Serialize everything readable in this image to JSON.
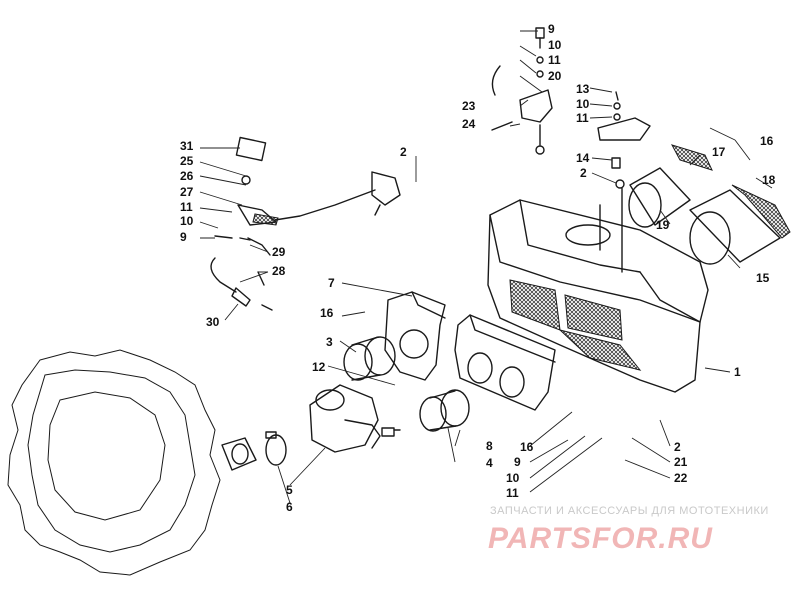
{
  "callouts": [
    "1",
    "2",
    "3",
    "4",
    "5",
    "6",
    "7",
    "8",
    "9",
    "10",
    "11",
    "12",
    "13",
    "14",
    "15",
    "16",
    "17",
    "18",
    "19",
    "20",
    "21",
    "22",
    "23",
    "24",
    "25",
    "26",
    "27",
    "28",
    "29",
    "30",
    "31"
  ],
  "watermark": {
    "tagline": "ЗАПЧАСТИ И АКСЕССУАРЫ ДЛЯ МОТОТЕХНИКИ",
    "brand": "PARTSFOR.RU"
  }
}
